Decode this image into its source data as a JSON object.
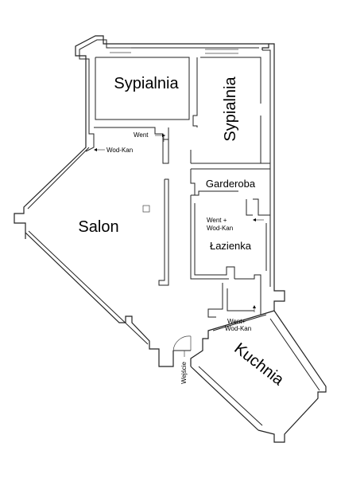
{
  "plan": {
    "rooms": {
      "bedroom_1": "Sypialnia",
      "bedroom_2": "Sypialnia",
      "wardrobe": "Garderoba",
      "living_room": "Salon",
      "bathroom": "Łazienka",
      "kitchen": "Kuchnia"
    },
    "labels": {
      "vent": "Went",
      "water_sewer": "Wod-Kan",
      "vent_plus_1": "Went +",
      "water_sewer_2": "Wod-Kan",
      "vent_plus_2": "Went+",
      "water_sewer_3": "Wod-Kan",
      "entrance": "Wejście"
    }
  }
}
